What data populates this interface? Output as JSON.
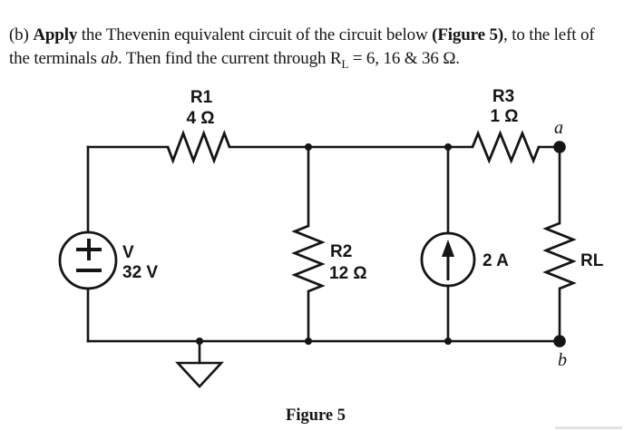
{
  "problem": {
    "line1": {
      "t1": "(b) ",
      "b1": "Apply",
      "t2": " the Thevenin equivalent circuit of the circuit below ",
      "b2": "(Figure 5)",
      "t3": ", to the left of"
    },
    "line2": {
      "t1": "the terminals ",
      "i1": "ab",
      "t2": ". Then find the current through R",
      "sub1": "L",
      "t3": " = 6, 16 & 36 Ω."
    }
  },
  "circuit": {
    "labels": {
      "r1_name": "R1",
      "r1_value": "4 Ω",
      "r2_name": "R2",
      "r2_value": "12 Ω",
      "r3_name": "R3",
      "r3_value": "1 Ω",
      "rl_name": "RL",
      "vsource_name": "V",
      "vsource_value": "32 V",
      "isource_value": "2 A",
      "terminal_a": "a",
      "terminal_b": "b"
    }
  },
  "caption": "Figure 5",
  "colors": {
    "ink": "#151515",
    "background": "#ffffff"
  }
}
